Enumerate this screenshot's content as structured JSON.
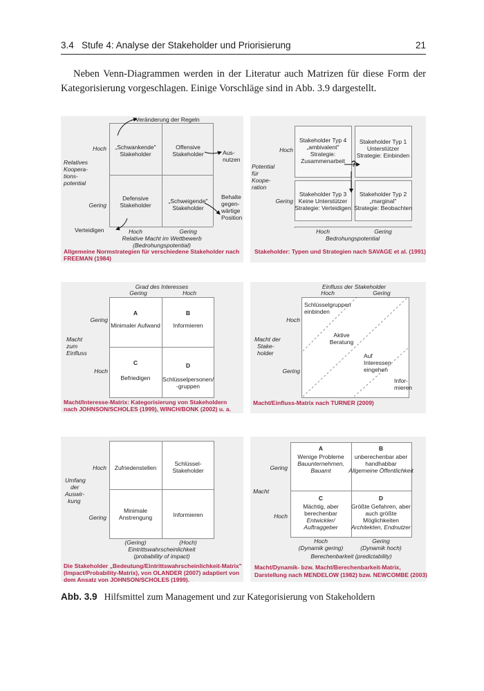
{
  "header": {
    "section": "3.4",
    "title": "Stufe 4: Analyse der Stakeholder und Priorisierung",
    "page": "21"
  },
  "intro": "Neben Venn-Diagrammen werden in der Literatur auch Matrizen für diese Form der Kategorisierung vorgeschlagen. Einige Vorschläge sind in Abb. 3.9 dargestellt.",
  "p1": {
    "top": "Veränderung der Regeln",
    "hoch": "Hoch",
    "gering": "Gering",
    "ylabel": [
      "Relatives",
      "Koopera-",
      "tions-",
      "potential"
    ],
    "q1": [
      "„Schwankende\"",
      "Stakeholder"
    ],
    "q2": [
      "Offensive",
      "Stakeholder"
    ],
    "q3": [
      "Defensive",
      "Stakeholder"
    ],
    "q4": [
      "„Schweigende\"",
      "Stakeholder"
    ],
    "r1": [
      "Aus-",
      "nutzen"
    ],
    "r2": [
      "Behalte",
      "gegen-",
      "wärtige",
      "Position"
    ],
    "verteidigen": "Verteidigen",
    "xhoch": "Hoch",
    "xgering": "Gering",
    "xlabel1": "Relative Macht im Wettbewerb",
    "xlabel2": "(Bedrohungspotential)",
    "cap1": "Allgemeine Normstrategien für verschiedene Stakeholder nach",
    "cap2": "FREEMAN (1984)"
  },
  "p2": {
    "hoch": "Hoch",
    "gering": "Gering",
    "ylabel": [
      "Potential",
      "für",
      "Koope-",
      "ration"
    ],
    "q1": [
      "Stakeholder Typ 4",
      "„ambivalent\"",
      "Strategie:",
      "Zusammenarbeit"
    ],
    "q2": [
      "Stakeholder Typ 1",
      "Unterstützer",
      "Strategie: Einbinden"
    ],
    "q3": [
      "Stakeholder Typ 3",
      "Keine Unterstützer",
      "Strategie: Verteidigen"
    ],
    "q4": [
      "Stakeholder Typ 2",
      "„marginal\"",
      "Strategie: Beobachten"
    ],
    "q": "?",
    "xhoch": "Hoch",
    "xgering": "Gering",
    "xlabel": "Bedrohungspotential",
    "cap": "Stakeholder: Typen und Strategien nach SAVAGE et al. (1991)"
  },
  "p3": {
    "title": "Grad des Interesses",
    "xgering": "Gering",
    "xhoch": "Hoch",
    "ygering": "Gering",
    "yhoch": "Hoch",
    "ylabel": [
      "Macht",
      "zum",
      "Einfluss"
    ],
    "a": "A",
    "a_text": "Minimaler Aufwand",
    "b": "B",
    "b_text": "Informieren",
    "c": "C",
    "c_text": "Befriedigen",
    "d": "D",
    "d_text": [
      "Schlüsselpersonen/",
      "-gruppen"
    ],
    "cap1": "Macht/Interesse-Matrix: Kategorisierung von Stakeholdern",
    "cap2": "nach JOHNSON/SCHOLES (1999), WINCH/BONK (2002) u. a."
  },
  "p4": {
    "title": "Einfluss der Stakeholder",
    "xhoch": "Hoch",
    "xgering": "Gering",
    "yhoch": "Hoch",
    "ygering": "Gering",
    "ylabel": [
      "Macht der",
      "Stake-",
      "holder"
    ],
    "s1": [
      "Schlüsselgruppen",
      "einbinden"
    ],
    "s2": [
      "Aktive",
      "Beratung"
    ],
    "s3": [
      "Auf",
      "Interessen",
      "eingehen"
    ],
    "s4": [
      "Infor-",
      "mieren"
    ],
    "cap": "Macht/Einfluss-Matrix nach TURNER (2009)"
  },
  "p5": {
    "hoch": "Hoch",
    "gering": "Gering",
    "ylabel": [
      "Umfang",
      "der",
      "Auswir-",
      "kung"
    ],
    "q1": "Zufriedenstellen",
    "q2": [
      "Schlüssel-",
      "Stakeholder"
    ],
    "q3": [
      "Minimale",
      "Anstrengung"
    ],
    "q4": "Informieren",
    "xgering": "(Gering)",
    "xhoch": "(Hoch)",
    "xlabel1": "Eintrittswahrscheinlichkeit",
    "xlabel2": "(probability of impact)",
    "cap1": "Die Stakeholder „Bedeutung/Eintrittswahrscheinlichkeit-Matrix\"",
    "cap2": "(Impact/Probability-Matrix), von OLANDER (2007) adaptiert von",
    "cap3": "dem Ansatz von JOHNSON/SCHOLES (1999)."
  },
  "p6": {
    "gering": "Gering",
    "hoch": "Hoch",
    "ylabel": "Macht",
    "a": "A",
    "a_text": [
      "Wenige Probleme",
      "Bauunternehmen,",
      "Bauamt"
    ],
    "b": "B",
    "b_text": [
      "unberechenbar aber",
      "handhabbar",
      "Allgemeine Öffentlichkeit"
    ],
    "c": "C",
    "c_text": [
      "Mächtig, aber",
      "berechenbar",
      "Entwickler/",
      "Auftraggeber"
    ],
    "d": "D",
    "d_text": [
      "Größte Gefahren, aber",
      "auch größte",
      "Möglichkeiten",
      "Architekten, Endnutzer"
    ],
    "xhoch": "Hoch",
    "xgering": "Gering",
    "xsub1": "(Dynamik gering)",
    "xsub2": "(Dynamik hoch)",
    "xlabel": "Berechenbarkeit (predictability)",
    "cap1": "Macht/Dynamik- bzw. Macht/Berechenbarkeit-Matrix,",
    "cap2": "Darstellung nach MENDELOW (1982) bzw. NEWCOMBE (2003)"
  },
  "figure": {
    "label": "Abb. 3.9",
    "caption": "Hilfsmittel zum Management und zur Kategorisierung von Stakeholdern"
  }
}
